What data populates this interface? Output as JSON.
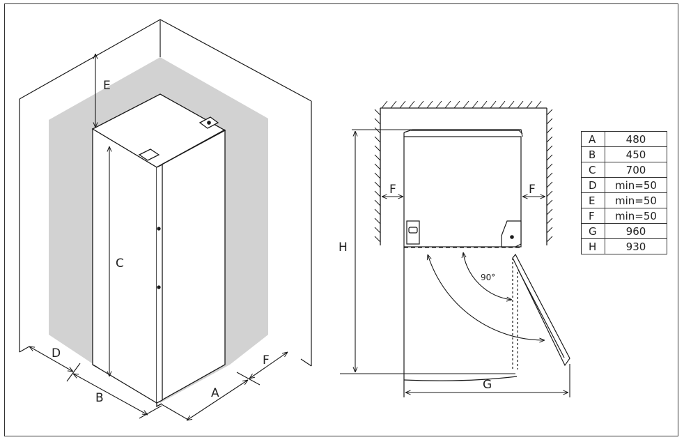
{
  "labels": {
    "A": "A",
    "B": "B",
    "C": "C",
    "D": "D",
    "E": "E",
    "F": "F",
    "G": "G",
    "H": "H",
    "angle": "90°"
  },
  "table": [
    {
      "key": "A",
      "value": "480"
    },
    {
      "key": "B",
      "value": "450"
    },
    {
      "key": "C",
      "value": "700"
    },
    {
      "key": "D",
      "value": "min=50"
    },
    {
      "key": "E",
      "value": "min=50"
    },
    {
      "key": "F",
      "value": "min=50"
    },
    {
      "key": "G",
      "value": "960"
    },
    {
      "key": "H",
      "value": "930"
    }
  ],
  "colors": {
    "line": "#1a1a1a",
    "shade": "#d2d2d2",
    "background": "#ffffff"
  }
}
